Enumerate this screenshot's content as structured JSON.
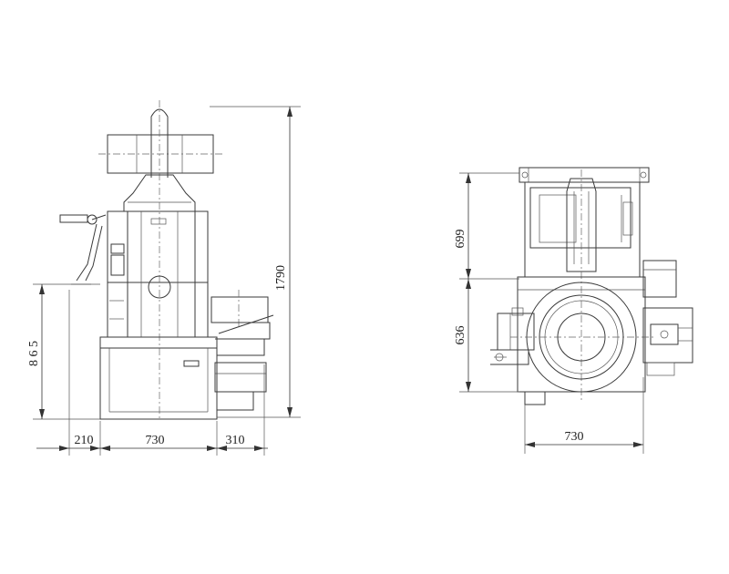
{
  "front_view": {
    "dim_height_total": "1790",
    "dim_height_lower": "8 6 5",
    "dim_width_left": "210",
    "dim_width_center": "730",
    "dim_width_right": "310"
  },
  "top_view": {
    "dim_upper_depth": "699",
    "dim_lower_depth": "636",
    "dim_width": "730"
  }
}
